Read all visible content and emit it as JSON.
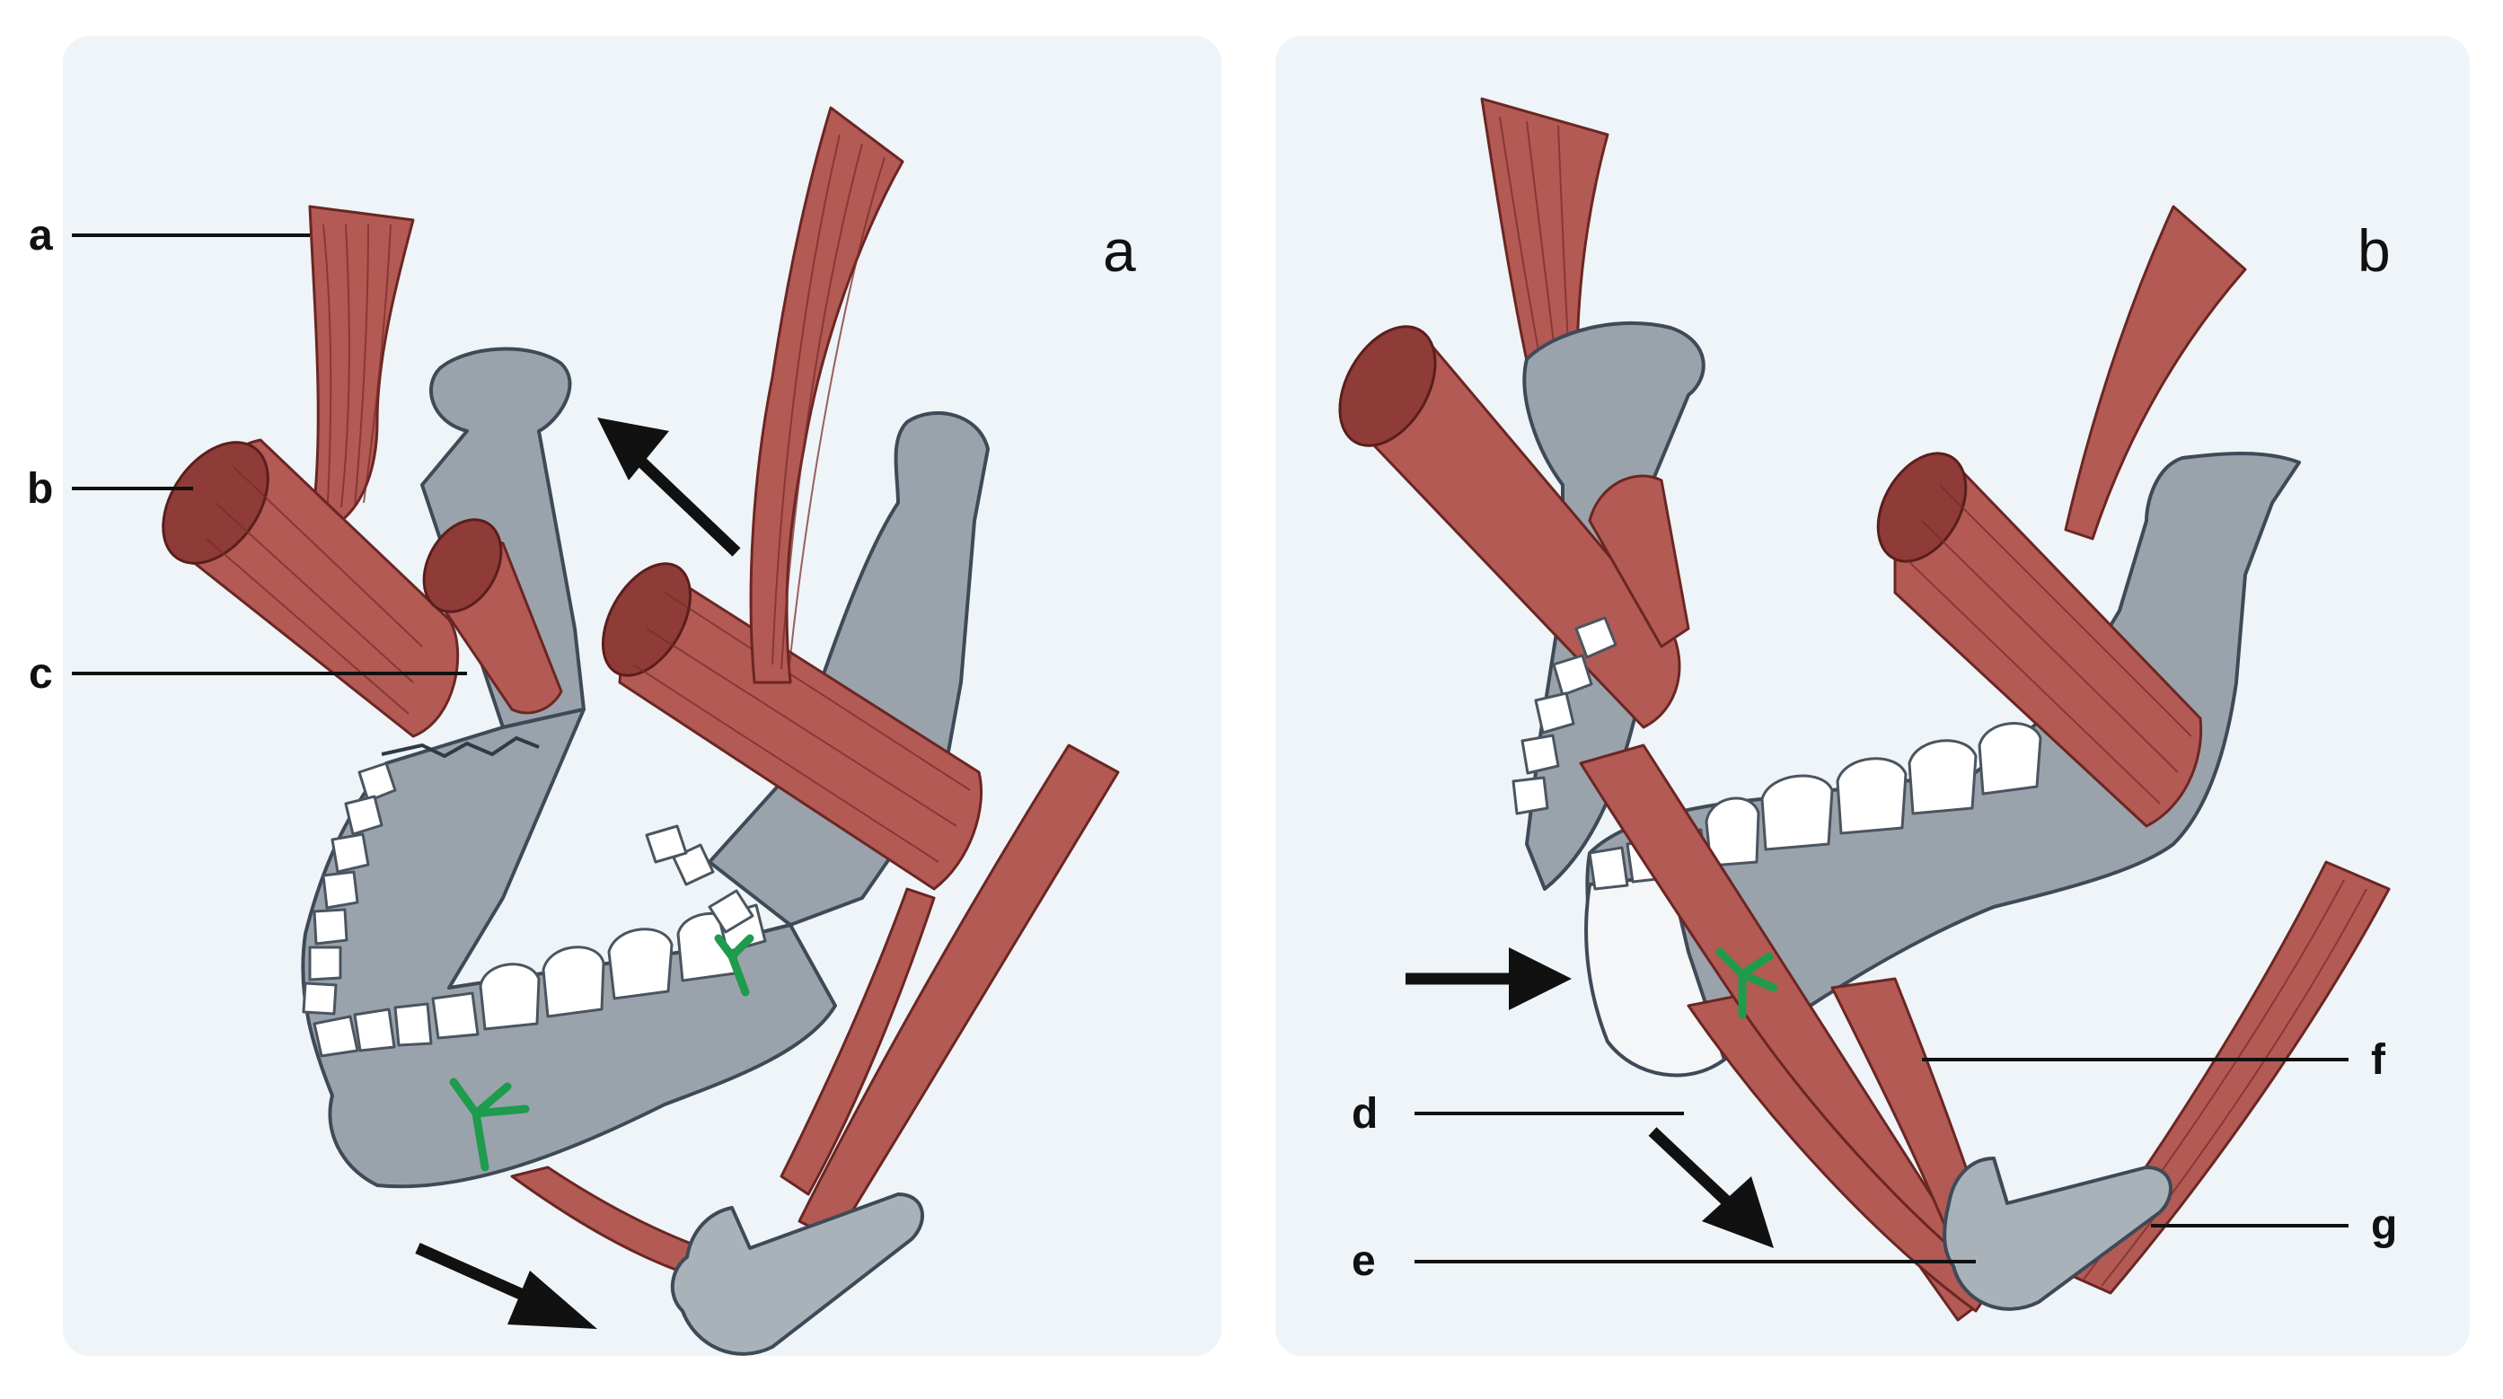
{
  "panels": [
    {
      "id": "a",
      "panel_label": "a",
      "labels": [
        {
          "text": "a"
        },
        {
          "text": "b"
        },
        {
          "text": "c"
        }
      ],
      "arrows": [
        "up-left",
        "down-right"
      ]
    },
    {
      "id": "b",
      "panel_label": "b",
      "labels": [
        {
          "text": "d"
        },
        {
          "text": "e"
        },
        {
          "text": "f"
        },
        {
          "text": "g"
        }
      ],
      "arrows": [
        "right",
        "down-right"
      ]
    }
  ],
  "colors": {
    "bone": "#9aa3ab",
    "muscle": "#b35a55",
    "nerve": "#1e9b4d",
    "tooth": "#ffffff",
    "background": "#eef4f7",
    "ink": "#111111"
  }
}
